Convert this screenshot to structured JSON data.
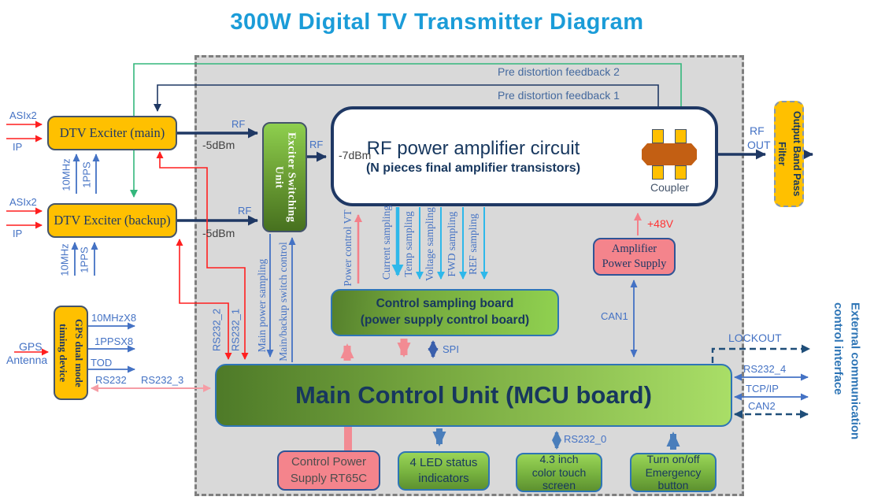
{
  "title": "300W Digital TV Transmitter Diagram",
  "colors": {
    "title_blue": "#1b9cd8",
    "label_blue": "#4472c4",
    "navy": "#1f3864",
    "red": "#ff1f1f",
    "green_feedback": "#34b77c",
    "light_blue": "#2eb8ea",
    "pink": "#f4808a",
    "salmon_arrow": "#f28b93",
    "box_orange": "#ffc000",
    "box_pink": "#f4848c",
    "green_dark": "#4e7a28",
    "green_light": "#a8dd66",
    "enclosure_gray": "#d9d9d9"
  },
  "boxes": {
    "dtv_main": {
      "label": "DTV Exciter (main)"
    },
    "dtv_backup": {
      "label": "DTV Exciter (backup)"
    },
    "gps": {
      "line1": "GPS dual mode",
      "line2": "timing device"
    },
    "switch_unit": {
      "label": "Exciter Switching Unit"
    },
    "rf_amp": {
      "title": "RF power amplifier circuit",
      "subtitle": "(N pieces final amplifier transistors)",
      "coupler": "Coupler"
    },
    "filter": {
      "line1": "Output Band Pass",
      "line2": "Filter"
    },
    "amp_ps": {
      "line1": "Amplifier",
      "line2": "Power Supply"
    },
    "sampling_board": {
      "line1": "Control sampling board",
      "line2": "(power supply control board)"
    },
    "mcu": {
      "label": "Main Control Unit (MCU board)"
    },
    "ctrl_ps": {
      "line1": "Control Power",
      "line2": "Supply RT65C"
    },
    "led": {
      "line1": "4 LED status",
      "line2": "indicators"
    },
    "touch": {
      "line1": "4.3 inch",
      "line2": "color touch",
      "line3": "screen"
    },
    "emergency": {
      "line1": "Turn on/off",
      "line2": "Emergency",
      "line3": "button"
    }
  },
  "labels": {
    "asix2_main": "ASIx2",
    "ip_main": "IP",
    "asix2_backup": "ASIx2",
    "ip_backup": "IP",
    "mhz10_main": "10MHz",
    "pps_main": "1PPS",
    "mhz10_backup": "10MHz",
    "pps_backup": "1PPS",
    "rf_main": "RF",
    "dbm_main": "-5dBm",
    "rf_backup": "RF",
    "dbm_backup": "-5dBm",
    "rf_switch": "RF",
    "dbm_amp": "-7dBm",
    "fb2": "Pre distortion feedback 2",
    "fb1": "Pre distortion feedback 1",
    "rf_out_1": "RF",
    "rf_out_2": "OUT",
    "gps_ant_1": "GPS",
    "gps_ant_2": "Antenna",
    "mhzx8": "10MHzX8",
    "ppsx8": "1PPSX8",
    "tod": "TOD",
    "rs232": "RS232",
    "rs232_3": "RS232_3",
    "rs232_2": "RS232_2",
    "rs232_1": "RS232_1",
    "main_power_sampling": "Main power sampling",
    "main_backup_switch": "Main/backup switch control",
    "power_control_vt": "Power control VT",
    "current": "Current sampling",
    "temp": "Temp sampling",
    "voltage": "Voltage sampling",
    "fwd": "FWD sampling",
    "ref": "REF sampling",
    "spi": "SPI",
    "can1": "CAN1",
    "v48": "+48V",
    "rs232_0": "RS232_0",
    "lockout": "LOCKOUT",
    "rs232_4": "RS232_4",
    "tcpip": "TCP/IP",
    "can2": "CAN2",
    "ext_comm_1": "External communication",
    "ext_comm_2": "control interface"
  }
}
